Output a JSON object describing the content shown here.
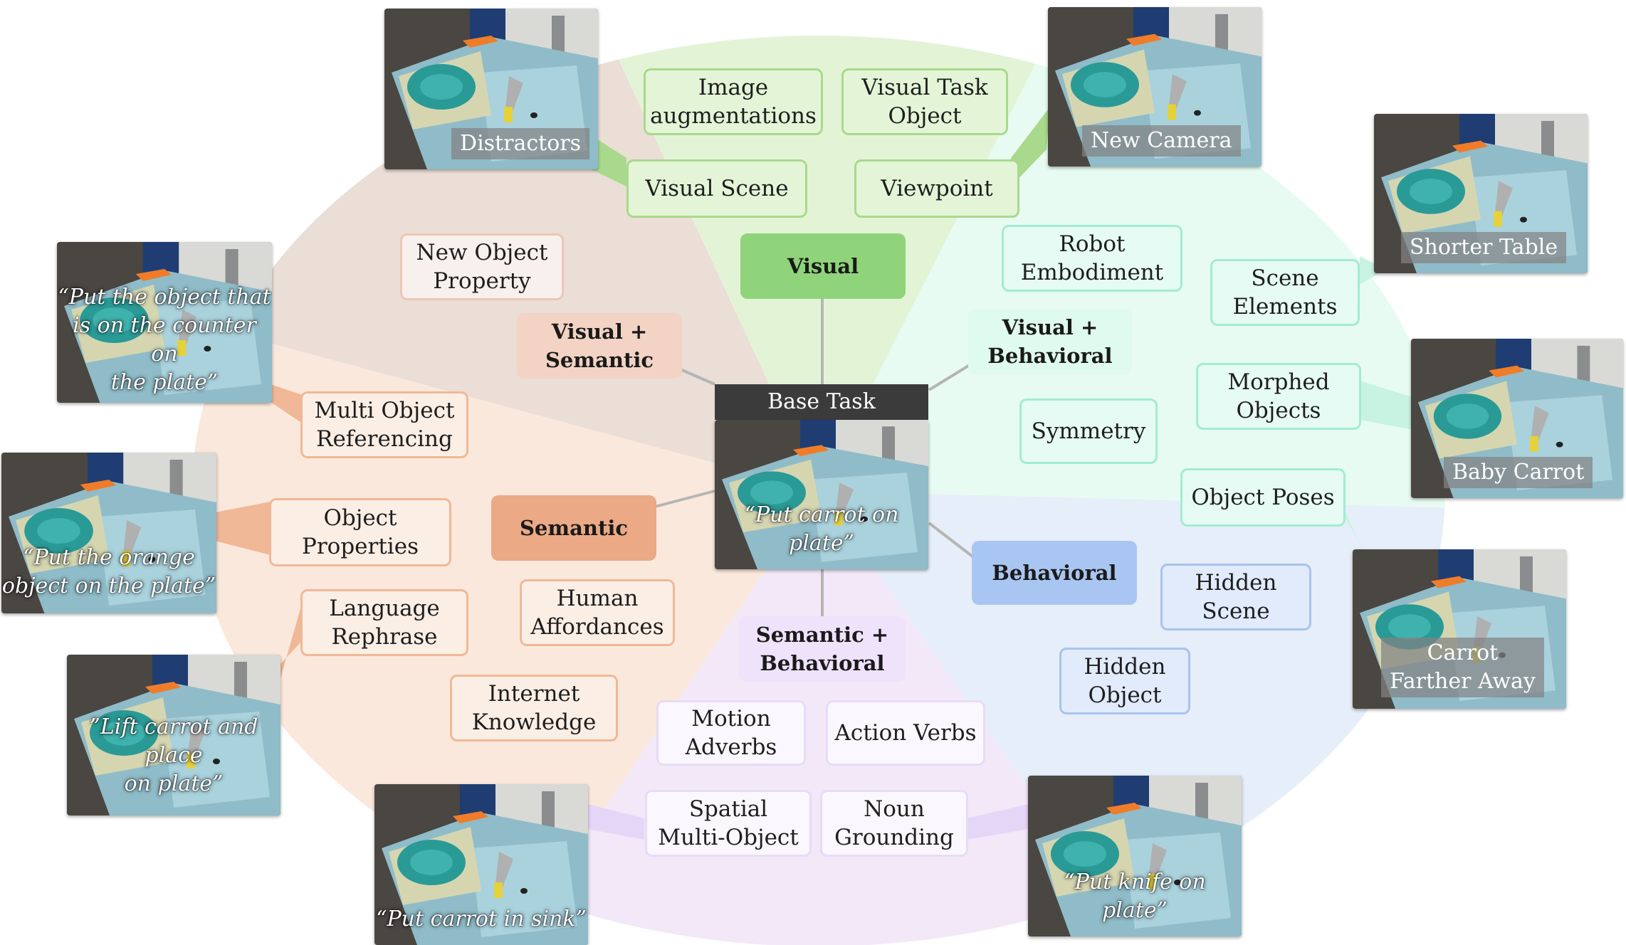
{
  "center": {
    "title": "Base Task",
    "caption": "“Put carrot on plate”"
  },
  "categories": {
    "visual": "Visual",
    "visual_behavioral": "Visual +\nBehavioral",
    "behavioral": "Behavioral",
    "semantic_behavioral": "Semantic +\nBehavioral",
    "semantic": "Semantic",
    "visual_semantic": "Visual +\nSemantic"
  },
  "subcategories": {
    "image_augmentations": "Image\naugmentations",
    "visual_task_object": "Visual Task\nObject",
    "visual_scene": "Visual Scene",
    "viewpoint": "Viewpoint",
    "robot_embodiment": "Robot\nEmbodiment",
    "symmetry": "Symmetry",
    "scene_elements": "Scene\nElements",
    "morphed_objects": "Morphed\nObjects",
    "object_poses": "Object Poses",
    "hidden_scene": "Hidden\nScene",
    "hidden_object": "Hidden\nObject",
    "motion_adverbs": "Motion\nAdverbs",
    "action_verbs": "Action Verbs",
    "spatial_multi_object": "Spatial\nMulti-Object",
    "noun_grounding": "Noun\nGrounding",
    "human_affordances": "Human\nAffordances",
    "internet_knowledge": "Internet\nKnowledge",
    "object_properties": "Object\nProperties",
    "language_rephrase": "Language\nRephrase",
    "multi_object_referencing": "Multi Object\nReferencing",
    "new_object_property": "New Object\nProperty"
  },
  "examples": {
    "distractors": "Distractors",
    "new_camera": "New Camera",
    "shorter_table": "Shorter Table",
    "baby_carrot": "Baby Carrot",
    "carrot_farther_away": "Carrot\nFarther Away",
    "knife_on_plate": "“Put knife on plate”",
    "carrot_in_sink": "“Put carrot in sink”",
    "lift_carrot": "”Lift carrot and place\non plate”",
    "orange_object": "“Put the orange\nobject on the plate”",
    "counter_object": "“Put the object that\nis on the counter on\nthe plate”"
  },
  "colors": {
    "visual": "#8fd47a",
    "visual_behavioral": "#dffaee",
    "behavioral": "#a9c6f2",
    "semantic_behavioral": "#efe2fb",
    "semantic": "#eba986",
    "visual_semantic": "#f2d3c4"
  }
}
